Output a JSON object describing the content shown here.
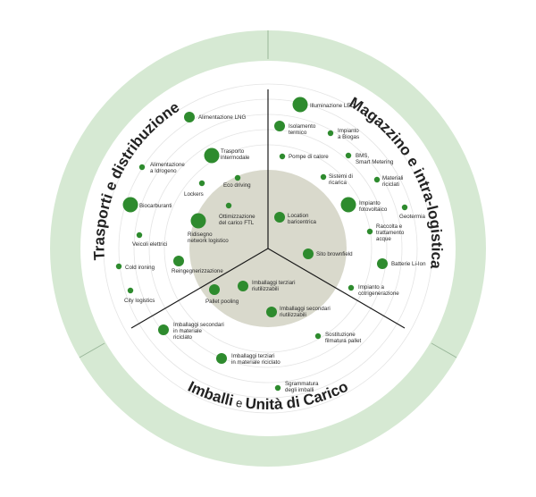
{
  "sectors": {
    "transport": "Trasporti e distribuzione",
    "warehouse": "Magazzino e intra-logistica",
    "packaging_a": "Imballi",
    "packaging_b": " e ",
    "packaging_c": "Unità di Carico"
  },
  "colors": {
    "outer_ring": "#d6e9d3",
    "inner_core": "#d9d9cc",
    "dot": "#2e8b2e",
    "divider": "#1a1a1a"
  },
  "items": [
    {
      "id": "alim-lng",
      "label": [
        "Alimentazione LNG"
      ],
      "size": "m",
      "sector": "transport"
    },
    {
      "id": "trasporto-intermodale",
      "label": [
        "Trasporto",
        "intermodale"
      ],
      "size": "l",
      "sector": "transport"
    },
    {
      "id": "alim-idrogeno",
      "label": [
        "Alimentazione",
        "a Idrogeno"
      ],
      "size": "s",
      "sector": "transport"
    },
    {
      "id": "eco-driving",
      "label": [
        "Eco driving"
      ],
      "size": "s",
      "sector": "transport"
    },
    {
      "id": "lockers",
      "label": [
        "Lockers"
      ],
      "size": "s",
      "sector": "transport"
    },
    {
      "id": "biocarburanti",
      "label": [
        "Biocarburanti"
      ],
      "size": "l",
      "sector": "transport"
    },
    {
      "id": "ottimizzazione-carico",
      "label": [
        "Ottimizzazione",
        "del carico FTL"
      ],
      "size": "s",
      "sector": "transport"
    },
    {
      "id": "ridisegno-network",
      "label": [
        "Ridisegno",
        "network logistico"
      ],
      "size": "l",
      "sector": "transport"
    },
    {
      "id": "veicoli-elettrici",
      "label": [
        "Veicoli elettrici"
      ],
      "size": "s",
      "sector": "transport"
    },
    {
      "id": "cold-ironing",
      "label": [
        "Cold ironing"
      ],
      "size": "s",
      "sector": "transport"
    },
    {
      "id": "reingegnerizzazione",
      "label": [
        "Reingegnerizzazione"
      ],
      "size": "m",
      "sector": "transport"
    },
    {
      "id": "city-logistics",
      "label": [
        "City logistics"
      ],
      "size": "s",
      "sector": "transport"
    },
    {
      "id": "illuminazione-led",
      "label": [
        "Illuminazione LED"
      ],
      "size": "l",
      "sector": "warehouse"
    },
    {
      "id": "isolamento-termico",
      "label": [
        "Isolamento",
        "termico"
      ],
      "size": "m",
      "sector": "warehouse"
    },
    {
      "id": "impianto-biogas",
      "label": [
        "Impianto",
        "a Biogas"
      ],
      "size": "s",
      "sector": "warehouse"
    },
    {
      "id": "pompe-calore",
      "label": [
        "Pompe di calore"
      ],
      "size": "s",
      "sector": "warehouse"
    },
    {
      "id": "bms",
      "label": [
        "BMS,",
        "Smart Metering"
      ],
      "size": "s",
      "sector": "warehouse"
    },
    {
      "id": "sistemi-ricarica",
      "label": [
        "Sistemi di",
        "ricarica"
      ],
      "size": "s",
      "sector": "warehouse"
    },
    {
      "id": "materiali-riciclati",
      "label": [
        "Materiali",
        "riciclati"
      ],
      "size": "s",
      "sector": "warehouse"
    },
    {
      "id": "impianto-fotovoltaico",
      "label": [
        "Impianto",
        "fotovoltaico"
      ],
      "size": "l",
      "sector": "warehouse"
    },
    {
      "id": "geotermia",
      "label": [
        "Geotermia"
      ],
      "size": "s",
      "sector": "warehouse"
    },
    {
      "id": "location-baricentrica",
      "label": [
        "Location",
        "baricentrica"
      ],
      "size": "m",
      "sector": "warehouse"
    },
    {
      "id": "raccolta-acque",
      "label": [
        "Raccolta e",
        "trattamento",
        "acque"
      ],
      "size": "s",
      "sector": "warehouse"
    },
    {
      "id": "sito-brownfield",
      "label": [
        "Sito brownfield"
      ],
      "size": "m",
      "sector": "warehouse"
    },
    {
      "id": "batterie-li-ion",
      "label": [
        "Batterie Li-Ion"
      ],
      "size": "m",
      "sector": "warehouse"
    },
    {
      "id": "trigenerazione",
      "label": [
        "Impianto a",
        "cotrigenerazione"
      ],
      "size": "s",
      "sector": "warehouse"
    },
    {
      "id": "imballaggi-terziari-riutilizzabili",
      "label": [
        "Imballaggi terziari",
        "riutilizzabili"
      ],
      "size": "m",
      "sector": "packaging"
    },
    {
      "id": "pallet-pooling",
      "label": [
        "Pallet pooling"
      ],
      "size": "m",
      "sector": "packaging"
    },
    {
      "id": "imballaggi-secondari-riutilizzabili",
      "label": [
        "Imballaggi secondari",
        "riutilizzabili"
      ],
      "size": "m",
      "sector": "packaging"
    },
    {
      "id": "imballaggi-secondari-riciclato",
      "label": [
        "Imballaggi secondari",
        "in materiale",
        "riciclato"
      ],
      "size": "m",
      "sector": "packaging"
    },
    {
      "id": "sostituzione-filmatura",
      "label": [
        "Sostituzione",
        "filmatura pallet"
      ],
      "size": "s",
      "sector": "packaging"
    },
    {
      "id": "imballaggi-terziari-riciclato",
      "label": [
        "Imballaggi terziari",
        "in materiale riciclato"
      ],
      "size": "m",
      "sector": "packaging"
    },
    {
      "id": "sgrammatura",
      "label": [
        "Sgrammatura",
        "degli imballi"
      ],
      "size": "s",
      "sector": "packaging"
    }
  ]
}
